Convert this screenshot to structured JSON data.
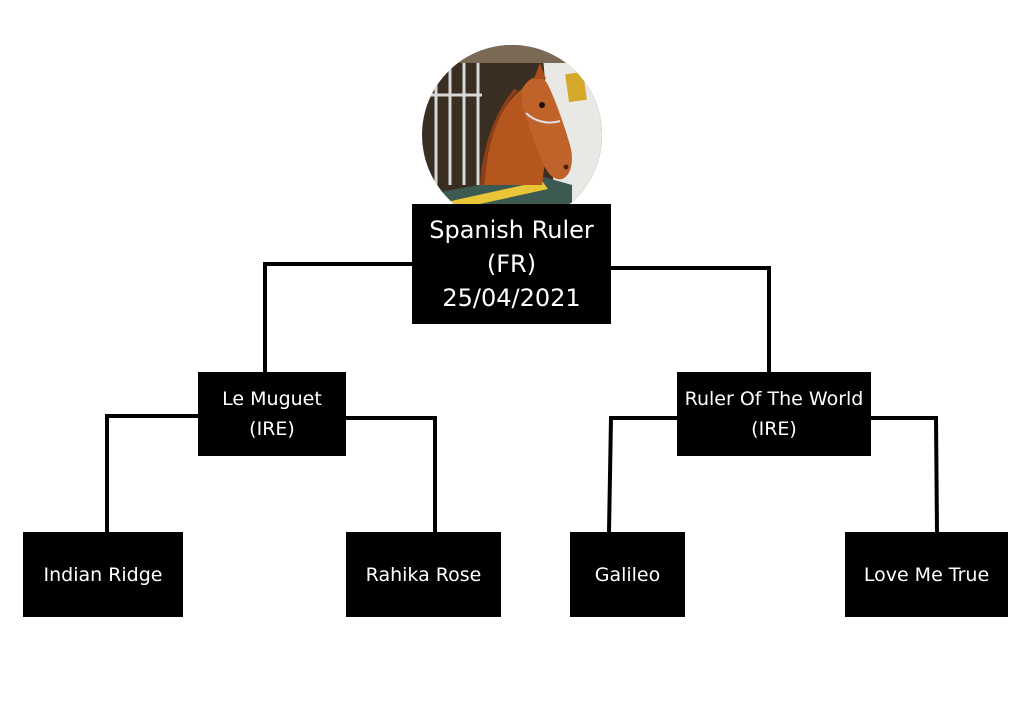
{
  "pedigree": {
    "root": {
      "name": "Spanish Ruler",
      "origin": "(FR)",
      "date": "25/04/2021"
    },
    "sire": {
      "name": "Le Muguet",
      "origin": "(IRE)"
    },
    "dam": {
      "name": "Ruler Of The World",
      "origin": "(IRE)"
    },
    "grandparents": [
      {
        "name": "Indian Ridge"
      },
      {
        "name": "Rahika Rose"
      },
      {
        "name": "Galileo"
      },
      {
        "name": "Love Me True"
      }
    ]
  },
  "colors": {
    "node_fill": "#000000",
    "node_text": "#ffffff",
    "connector": "#000000",
    "horse_coat": "#b5561f",
    "stable_wall": "#e8e8e4",
    "stable_door": "#3d5a52",
    "door_stripe": "#e8c637"
  },
  "icons": {
    "horse_photo": "horse-in-stable-icon"
  }
}
